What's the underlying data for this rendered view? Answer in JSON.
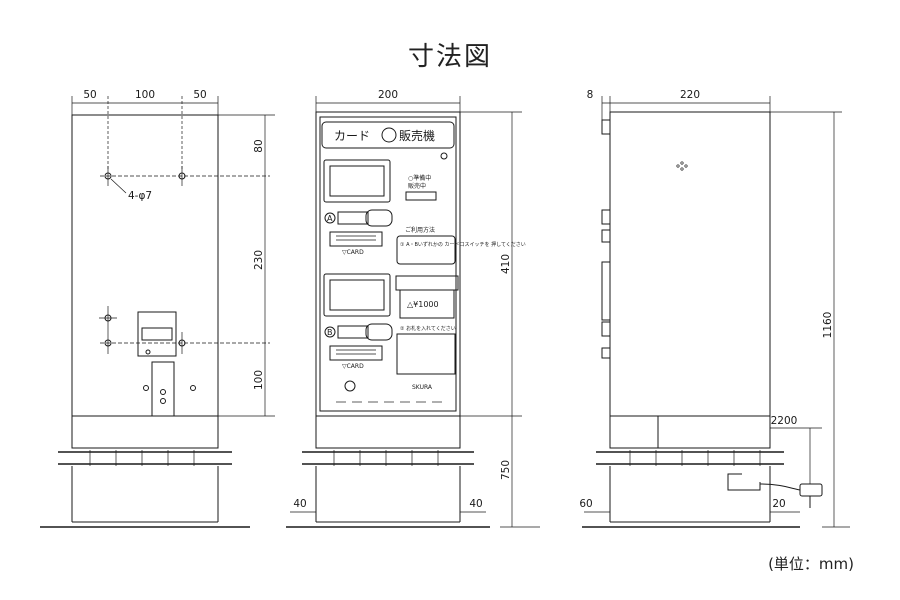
{
  "title": "寸法図",
  "unit_note": "(単位：mm)",
  "dimensions": {
    "back_left": "50",
    "back_center": "100",
    "back_right": "50",
    "back_v1": "80",
    "back_v2": "230",
    "back_v3": "100",
    "hole_callout": "4-φ7",
    "front_width": "200",
    "front_height": "410",
    "stand_height": "750",
    "front_base_left": "40",
    "front_base_right": "40",
    "side_offset": "8",
    "side_width": "220",
    "side_height": "1160",
    "cable_length": "2200",
    "side_base_left": "60",
    "side_base_right": "20"
  },
  "machine": {
    "header_label": "カード",
    "header_label2": "販売機",
    "status_label": "○準備中",
    "status_label2": "販売中",
    "slot_a": "A",
    "slot_b": "B",
    "card_label_a": "▽CARD",
    "card_label_b": "▽CARD",
    "howto_title": "ご利用方法",
    "step1": "① A・Bいずれかの カード口スイッチを 押してください",
    "price": "△¥1000",
    "step2": "② お札を入れてください",
    "brand": "SKURA"
  }
}
